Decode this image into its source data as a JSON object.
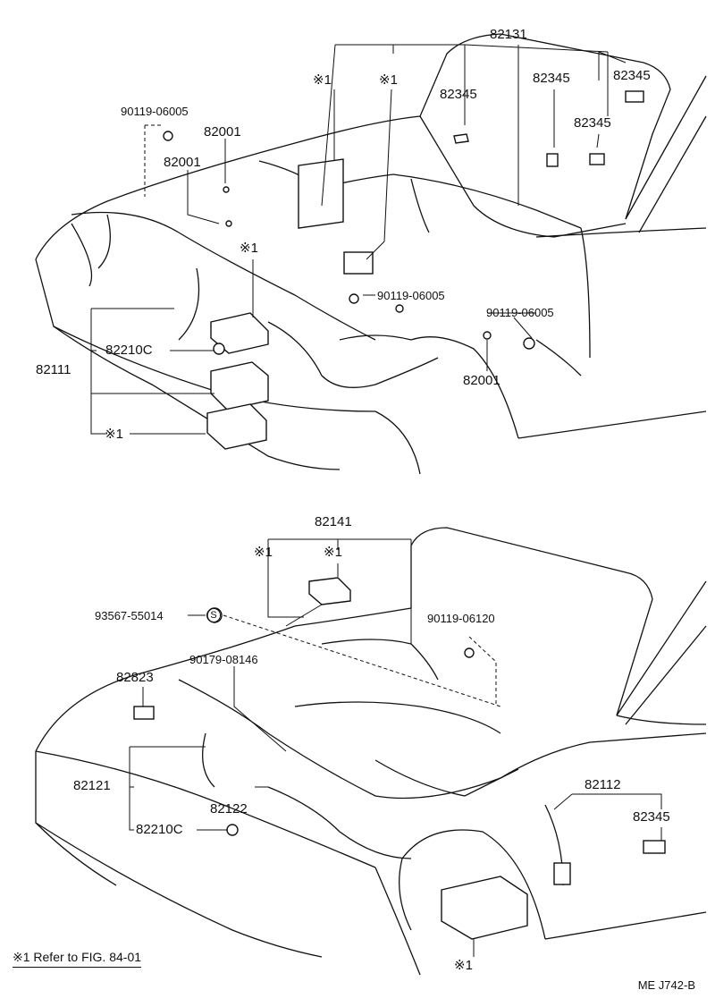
{
  "diagram": {
    "upper": {
      "labels": {
        "p82131": "82131",
        "p82345_a": "82345",
        "p82345_b": "82345",
        "p82345_c": "82345",
        "p82345_d": "82345",
        "ref_a": "※1",
        "ref_b": "※1",
        "ref_c": "※1",
        "ref_d": "※1",
        "p90119_06005_a": "90119-06005",
        "p90119_06005_b": "90119-06005",
        "p90119_06005_c": "90119-06005",
        "p82001_a": "82001",
        "p82001_b": "82001",
        "p82001_c": "82001",
        "p82210c": "82210C",
        "p82111": "82111"
      }
    },
    "lower": {
      "labels": {
        "p82141": "82141",
        "ref_a": "※1",
        "ref_b": "※1",
        "ref_c": "※1",
        "p93567_55014": "93567-55014",
        "circled_s": "S",
        "p90119_06120": "90119-06120",
        "p90179_08146": "90179-08146",
        "p82823": "82823",
        "p82121": "82121",
        "p82122": "82122",
        "p82210c": "82210C",
        "p82112": "82112",
        "p82345": "82345"
      }
    },
    "footnote": "※1 Refer to FIG. 84-01",
    "figure_code": "ME J742-B"
  }
}
